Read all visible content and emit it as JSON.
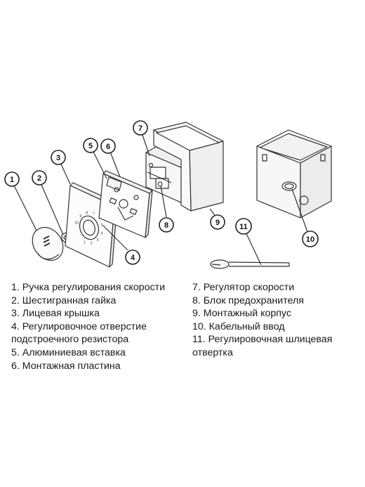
{
  "callouts": [
    {
      "num": "1"
    },
    {
      "num": "2"
    },
    {
      "num": "3"
    },
    {
      "num": "4"
    },
    {
      "num": "5"
    },
    {
      "num": "6"
    },
    {
      "num": "7"
    },
    {
      "num": "8"
    },
    {
      "num": "9"
    },
    {
      "num": "10"
    },
    {
      "num": "11"
    }
  ],
  "dial_marks": [
    "10",
    "9",
    "8",
    "7",
    "6",
    "5",
    "4",
    "3",
    "2",
    "1"
  ],
  "legend": {
    "left": [
      "1. Ручка регулирования скорости",
      "2. Шестигранная гайка",
      "3. Лицевая крышка",
      "4. Регулировочное отверстие",
      "подстроечного резистора",
      "5. Алюминиевая вставка",
      "6. Монтажная пластина"
    ],
    "right": [
      "7. Регулятор скорости",
      "8. Блок предохранителя",
      "9. Монтажный корпус",
      "10. Кабельный ввод",
      "11. Регулировочная шлицевая",
      "отвертка"
    ]
  }
}
